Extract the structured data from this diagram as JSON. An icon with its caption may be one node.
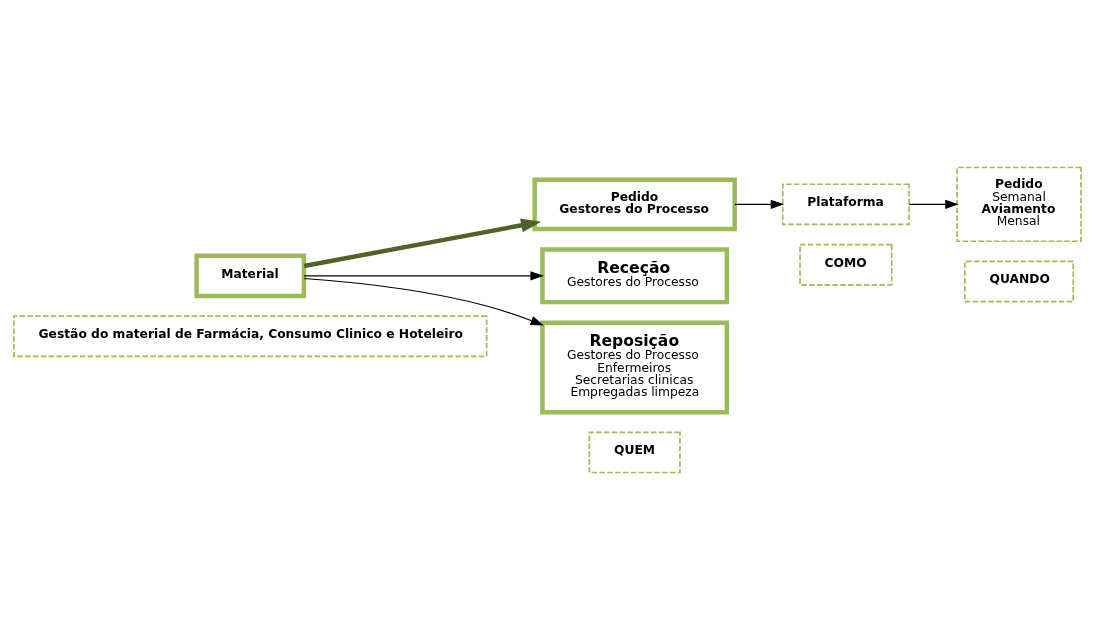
{
  "diagram": {
    "nodes": [
      {
        "text": [
          "Gestão do material de Farmácia, Consumo Clinico e Hoteleiro"
        ]
      },
      {
        "text": [
          "QUEM"
        ]
      },
      {
        "text": [
          "COMO"
        ]
      },
      {
        "text": [
          "QUANDO"
        ]
      },
      {
        "text": [
          "Pedido",
          "Gestores do Processo"
        ]
      },
      {
        "text": [
          "Plataforma"
        ]
      },
      {
        "text": [
          "Pedido",
          "Semanal",
          "Aviamento",
          "Mensal"
        ]
      },
      {
        "text": [
          "Material"
        ]
      },
      {
        "text": [
          "Receção",
          "Gestores do Processo"
        ]
      },
      {
        "text": [
          "Reposição",
          "Gestores do Processo",
          "Enfermeiros",
          "Secretarias clinicas",
          "Empregadas limpeza"
        ]
      }
    ],
    "edges": [
      {
        "from": 4,
        "to": 5,
        "arrow": "to"
      },
      {
        "from": 5,
        "to": 6,
        "arrow": "to"
      },
      {
        "from": 7,
        "to": 4,
        "arrow": "to",
        "style": "thick",
        "color": "#4f6228"
      },
      {
        "from": 7,
        "to": 8,
        "arrow": "to"
      },
      {
        "from": 7,
        "to": 9,
        "arrow": "to"
      }
    ]
  }
}
